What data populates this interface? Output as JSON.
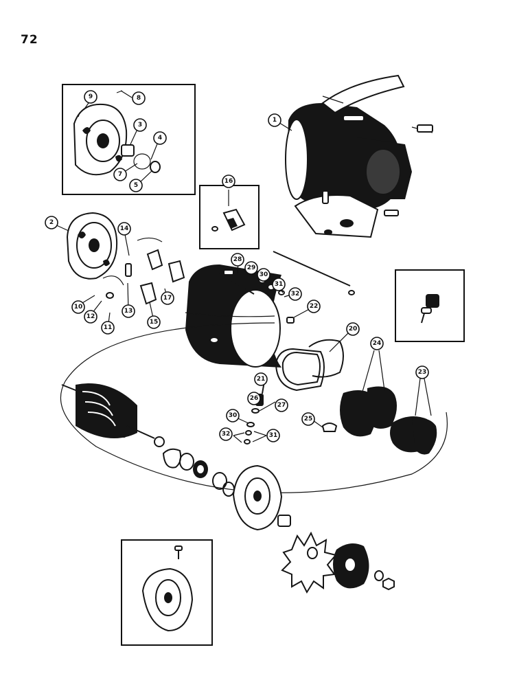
{
  "page_number": "72",
  "callouts": [
    {
      "id": "c1",
      "label": "1"
    },
    {
      "id": "c2",
      "label": "2"
    },
    {
      "id": "c3",
      "label": "3"
    },
    {
      "id": "c4",
      "label": "4"
    },
    {
      "id": "c5",
      "label": "5"
    },
    {
      "id": "c7",
      "label": "7"
    },
    {
      "id": "c8",
      "label": "8"
    },
    {
      "id": "c9",
      "label": "9"
    },
    {
      "id": "c10",
      "label": "10"
    },
    {
      "id": "c11",
      "label": "11"
    },
    {
      "id": "c12",
      "label": "12"
    },
    {
      "id": "c13",
      "label": "13"
    },
    {
      "id": "c14",
      "label": "14"
    },
    {
      "id": "c15",
      "label": "15"
    },
    {
      "id": "c16",
      "label": "16"
    },
    {
      "id": "c17",
      "label": "17"
    },
    {
      "id": "c20",
      "label": "20"
    },
    {
      "id": "c21",
      "label": "21"
    },
    {
      "id": "c22",
      "label": "22"
    },
    {
      "id": "c23",
      "label": "23"
    },
    {
      "id": "c24",
      "label": "24"
    },
    {
      "id": "c25",
      "label": "25"
    },
    {
      "id": "c26",
      "label": "26"
    },
    {
      "id": "c27",
      "label": "27"
    },
    {
      "id": "c28",
      "label": "28"
    },
    {
      "id": "c29",
      "label": "29"
    },
    {
      "id": "c30a",
      "label": "30"
    },
    {
      "id": "c31a",
      "label": "31"
    },
    {
      "id": "c32a",
      "label": "32"
    },
    {
      "id": "c30b",
      "label": "30"
    },
    {
      "id": "c31b",
      "label": "31"
    },
    {
      "id": "c32b",
      "label": "32"
    }
  ]
}
